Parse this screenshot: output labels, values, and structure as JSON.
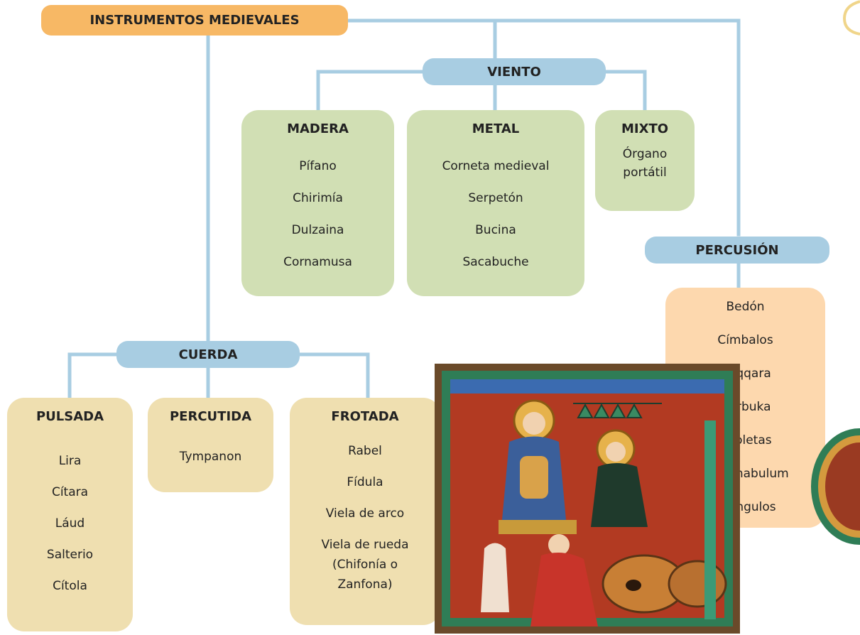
{
  "root": {
    "label": "INSTRUMENTOS MEDIEVALES"
  },
  "viento": {
    "label": "VIENTO",
    "groups": [
      {
        "title": "MADERA",
        "items": [
          "Pífano",
          "Chirimía",
          "Dulzaina",
          "Cornamusa"
        ]
      },
      {
        "title": "METAL",
        "items": [
          "Corneta medieval",
          "Serpetón",
          "Bucina",
          "Sacabuche"
        ]
      },
      {
        "title": "MIXTO",
        "items": [
          "Órgano portátil"
        ]
      }
    ]
  },
  "percusion": {
    "label": "PERCUSIÓN",
    "items": [
      "Bedón",
      "Címbalos",
      "Náqqara",
      "Darbuka",
      "Tejoletas",
      "Tintinnabulum",
      "Triángulos"
    ]
  },
  "cuerda": {
    "label": "CUERDA",
    "groups": [
      {
        "title": "PULSADA",
        "items": [
          "Lira",
          "Cítara",
          "Láud",
          "Salterio",
          "Cítola"
        ]
      },
      {
        "title": "PERCUTIDA",
        "items": [
          "Tympanon"
        ]
      },
      {
        "title": "FROTADA",
        "items": [
          "Rabel",
          "Fídula",
          "Viela de arco",
          "Viela de rueda (Chifonía o Zanfona)"
        ]
      }
    ]
  },
  "colors": {
    "connector": "#a8cde2",
    "root": "#f7b865",
    "category": "#a8cde2",
    "wind_box": "#d1dfb4",
    "string_box": "#efdfb0",
    "percussion_box": "#fdd8ae"
  }
}
